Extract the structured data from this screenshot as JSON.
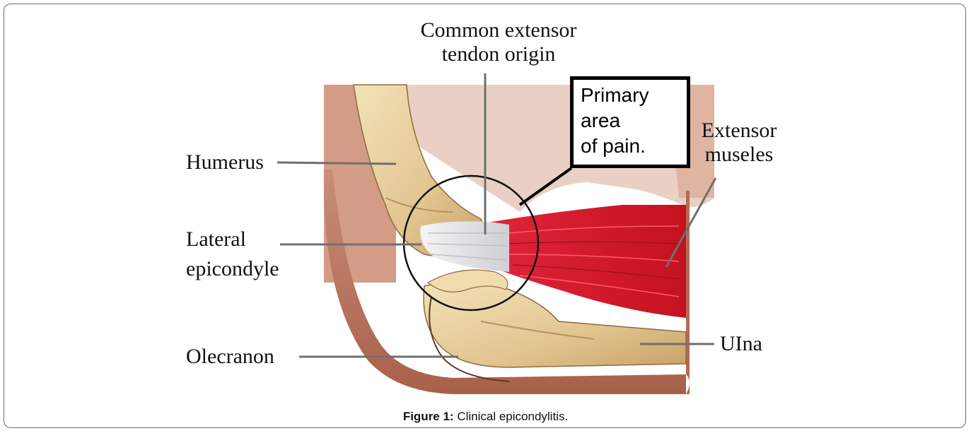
{
  "figure": {
    "labels": {
      "common_extensor_line1": "Common extensor",
      "common_extensor_line2": "tendon origin",
      "primary_pain_line1": "Primary",
      "primary_pain_line2": "area",
      "primary_pain_line3": "of pain.",
      "extensor_line1": "Extensor",
      "extensor_line2": "museles",
      "humerus": "Humerus",
      "lateral_line1": "Lateral",
      "lateral_line2": "epicondyle",
      "olecranon": "Olecranon",
      "ulna": "UIna"
    },
    "caption": {
      "prefix": "Figure 1:",
      "text": " Clinical epicondylitis."
    }
  }
}
